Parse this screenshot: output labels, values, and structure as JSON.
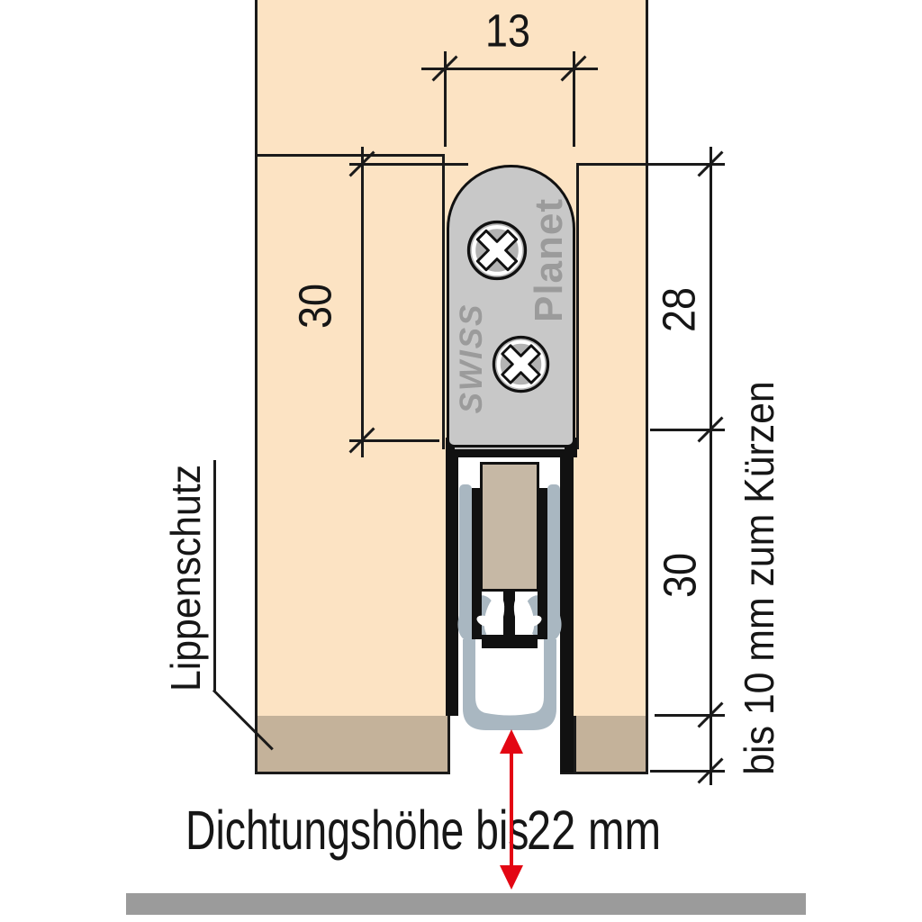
{
  "diagram": {
    "type": "door-drop-seal-cross-section",
    "brand": {
      "swiss": "SWISS",
      "planet": "Planet"
    },
    "dimensions": {
      "groove_width": "13",
      "groove_depth": "30",
      "housing_height": "28",
      "lower_height": "30",
      "trim_note": "bis 10 mm zum Kürzen",
      "seal_height_label": "Dichtungshöhe bis",
      "seal_height_value": "22 mm"
    },
    "labels": {
      "lip_protection": "Lippenschutz"
    },
    "colors": {
      "door": "#fce3c3",
      "trim_strip": "#c4b29a",
      "housing": "#c8c8c8",
      "seal_rubber": "#a9b7c1",
      "carrier_block": "#c6b8a5",
      "arrow_red": "#e30613",
      "floor": "#9b9b9b",
      "line": "#1a1a1a"
    }
  }
}
